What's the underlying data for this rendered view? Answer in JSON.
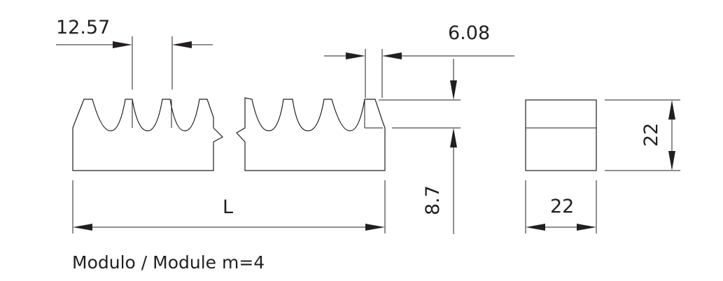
{
  "dimensions": {
    "pitch": "12.57",
    "tooth_width": "6.08",
    "tooth_height": "8.7",
    "length": "L",
    "height": "22",
    "width": "22"
  },
  "caption": "Modulo / Module m=4",
  "colors": {
    "line": "#231f20",
    "background": "#ffffff"
  }
}
